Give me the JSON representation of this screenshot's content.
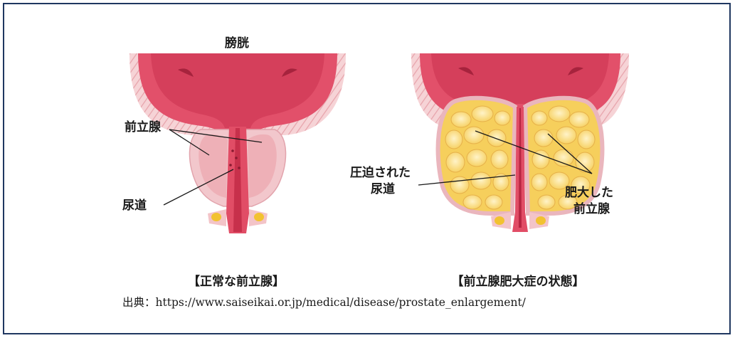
{
  "labels": {
    "bladder": "膀胱",
    "normal_prostate": "前立腺",
    "normal_urethra": "尿道",
    "compressed_urethra_line1": "圧迫された",
    "compressed_urethra_line2": "尿道",
    "enlarged_prostate_line1": "肥大した",
    "enlarged_prostate_line2": "前立腺"
  },
  "captions": {
    "normal": "【正常な前立腺】",
    "bph": "【前立腺肥大症の状態】"
  },
  "source": "出典：https://www.saiseikai.or.jp/medical/disease/prostate_enlargement/",
  "colors": {
    "border": "#1f3760",
    "bladder_wall": "#e2506a",
    "bladder_inner": "#d8405c",
    "outer_layer": "#f4c8cc",
    "prostate_normal": "#eeb3b8",
    "prostate_enlarged": "#f7d26a",
    "nodule": "#fbe6a4",
    "urethra": "#d63a55",
    "sphincter": "#f2c230"
  }
}
